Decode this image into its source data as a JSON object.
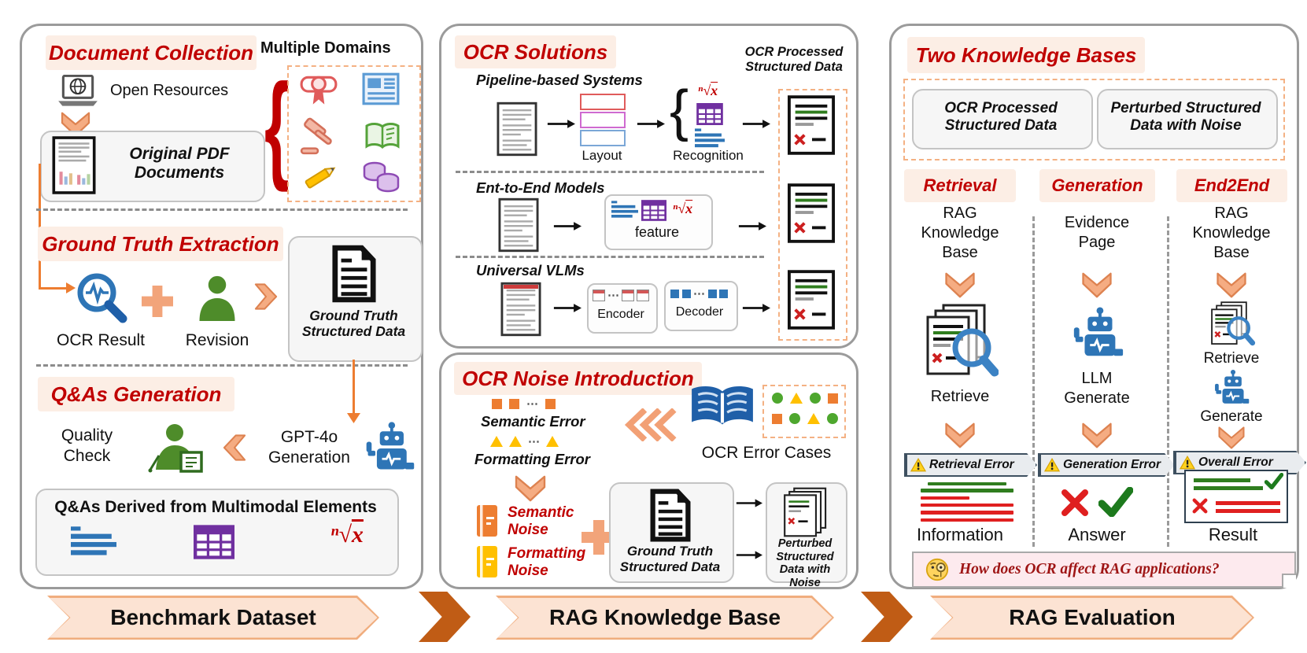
{
  "shared": {
    "formula_pre": "ⁿ√",
    "formula_x": "x",
    "ellipsis": "⋯",
    "brace": "{"
  },
  "left": {
    "title": "Document Collection",
    "multiple_domains": "Multiple Domains",
    "open_resources": "Open Resources",
    "original_pdf": "Original PDF Documents",
    "gt_title": "Ground Truth Extraction",
    "ocr_result": "OCR Result",
    "revision": "Revision",
    "gt_box": "Ground Truth Structured Data",
    "qas_title": "Q&As Generation",
    "quality_check": "Quality Check",
    "gpt_generation": "GPT-4o Generation",
    "qas_derived": "Q&As Derived from Multimodal Elements"
  },
  "ocr_solutions": {
    "title": "OCR Solutions",
    "output_label": "OCR Processed Structured Data",
    "pipeline_label": "Pipeline-based Systems",
    "layout_label": "Layout",
    "recognition_label": "Recognition",
    "e2e_label": "Ent-to-End Models",
    "feature_label": "feature",
    "vlm_label": "Universal VLMs",
    "encoder_label": "Encoder",
    "decoder_label": "Decoder"
  },
  "ocr_noise": {
    "title": "OCR Noise Introduction",
    "semantic_error": "Semantic Error",
    "formatting_error": "Formatting Error",
    "error_cases": "OCR Error Cases",
    "semantic_noise": "Semantic Noise",
    "formatting_noise": "Formatting Noise",
    "gt_box": "Ground Truth Structured Data",
    "perturbed_box": "Perturbed Structured Data with Noise"
  },
  "evaluation": {
    "title": "Two Knowledge Bases",
    "kb1": "OCR Processed Structured Data",
    "kb2": "Perturbed Structured Data with Noise",
    "columns": [
      {
        "header": "Retrieval",
        "input": "RAG Knowledge Base",
        "step": "Retrieve",
        "error": "Retrieval Error",
        "output": "Information"
      },
      {
        "header": "Generation",
        "input": "Evidence Page",
        "step": "LLM Generate",
        "error": "Generation Error",
        "output": "Answer"
      },
      {
        "header": "End2End",
        "input": "RAG Knowledge Base",
        "step": "Retrieve",
        "step2": "Generate",
        "error": "Overall Error",
        "output": "Result"
      }
    ],
    "question": "How does OCR affect RAG applications?"
  },
  "banners": {
    "items": [
      "Benchmark Dataset",
      "RAG Knowledge Base",
      "RAG Evaluation"
    ]
  },
  "colors": {
    "accent_red": "#c00000",
    "header_bg": "#fceee5",
    "orange": "#ed7d31",
    "peach_arrow": "#f5ac82",
    "blue": "#2e75b6",
    "green": "#4ea72e",
    "purple": "#7030a0",
    "yellow": "#ffc000",
    "chevron_dark": "#c05c15"
  }
}
